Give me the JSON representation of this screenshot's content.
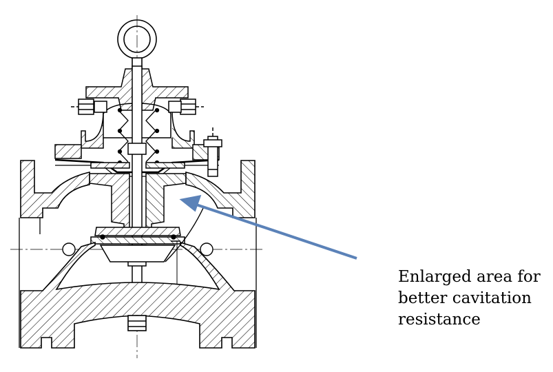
{
  "annotation": {
    "lines": [
      "Enlarged area for",
      "better cavitation",
      "resistance"
    ]
  },
  "colors": {
    "arrow": "#5b82b8",
    "line": "#000000",
    "background": "#ffffff"
  },
  "icons": {
    "arrow": "arrow-icon"
  }
}
